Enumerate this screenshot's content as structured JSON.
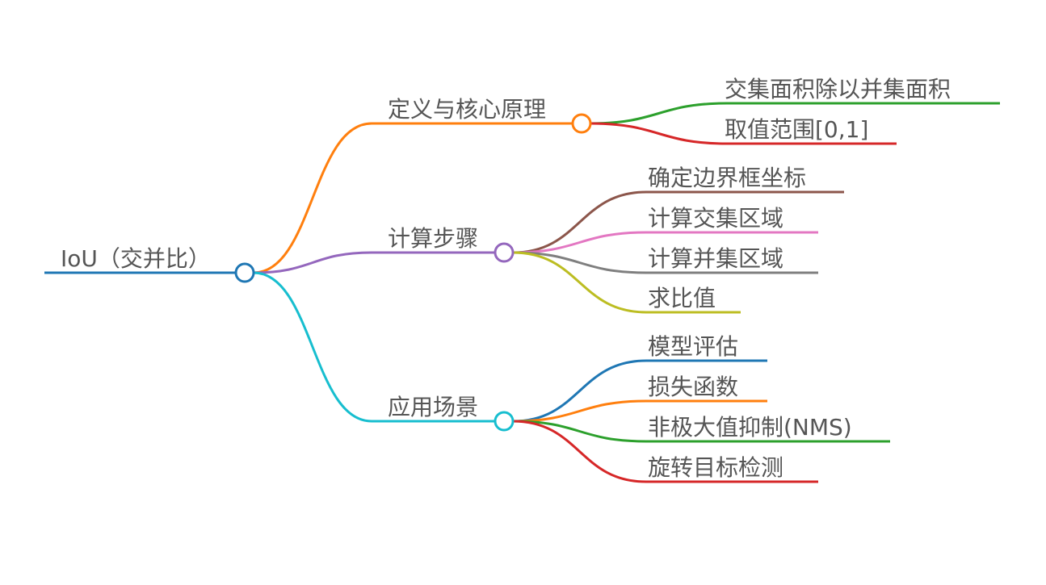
{
  "root": {
    "label": "IoU（交并比）",
    "color": "#1f77b4"
  },
  "branches": [
    {
      "label": "定义与核心原理",
      "color": "#ff7f0e",
      "children": [
        {
          "label": "交集面积除以并集面积",
          "color": "#2ca02c"
        },
        {
          "label": "取值范围[0,1]",
          "color": "#d62728"
        }
      ]
    },
    {
      "label": "计算步骤",
      "color": "#9467bd",
      "children": [
        {
          "label": "确定边界框坐标",
          "color": "#8c564b"
        },
        {
          "label": "计算交集区域",
          "color": "#e377c2"
        },
        {
          "label": "计算并集区域",
          "color": "#7f7f7f"
        },
        {
          "label": "求比值",
          "color": "#bcbd22"
        }
      ]
    },
    {
      "label": "应用场景",
      "color": "#17becf",
      "children": [
        {
          "label": "模型评估",
          "color": "#1f77b4"
        },
        {
          "label": "损失函数",
          "color": "#ff7f0e"
        },
        {
          "label": "非极大值抑制(NMS)",
          "color": "#2ca02c"
        },
        {
          "label": "旋转目标检测",
          "color": "#d62728"
        }
      ]
    }
  ]
}
